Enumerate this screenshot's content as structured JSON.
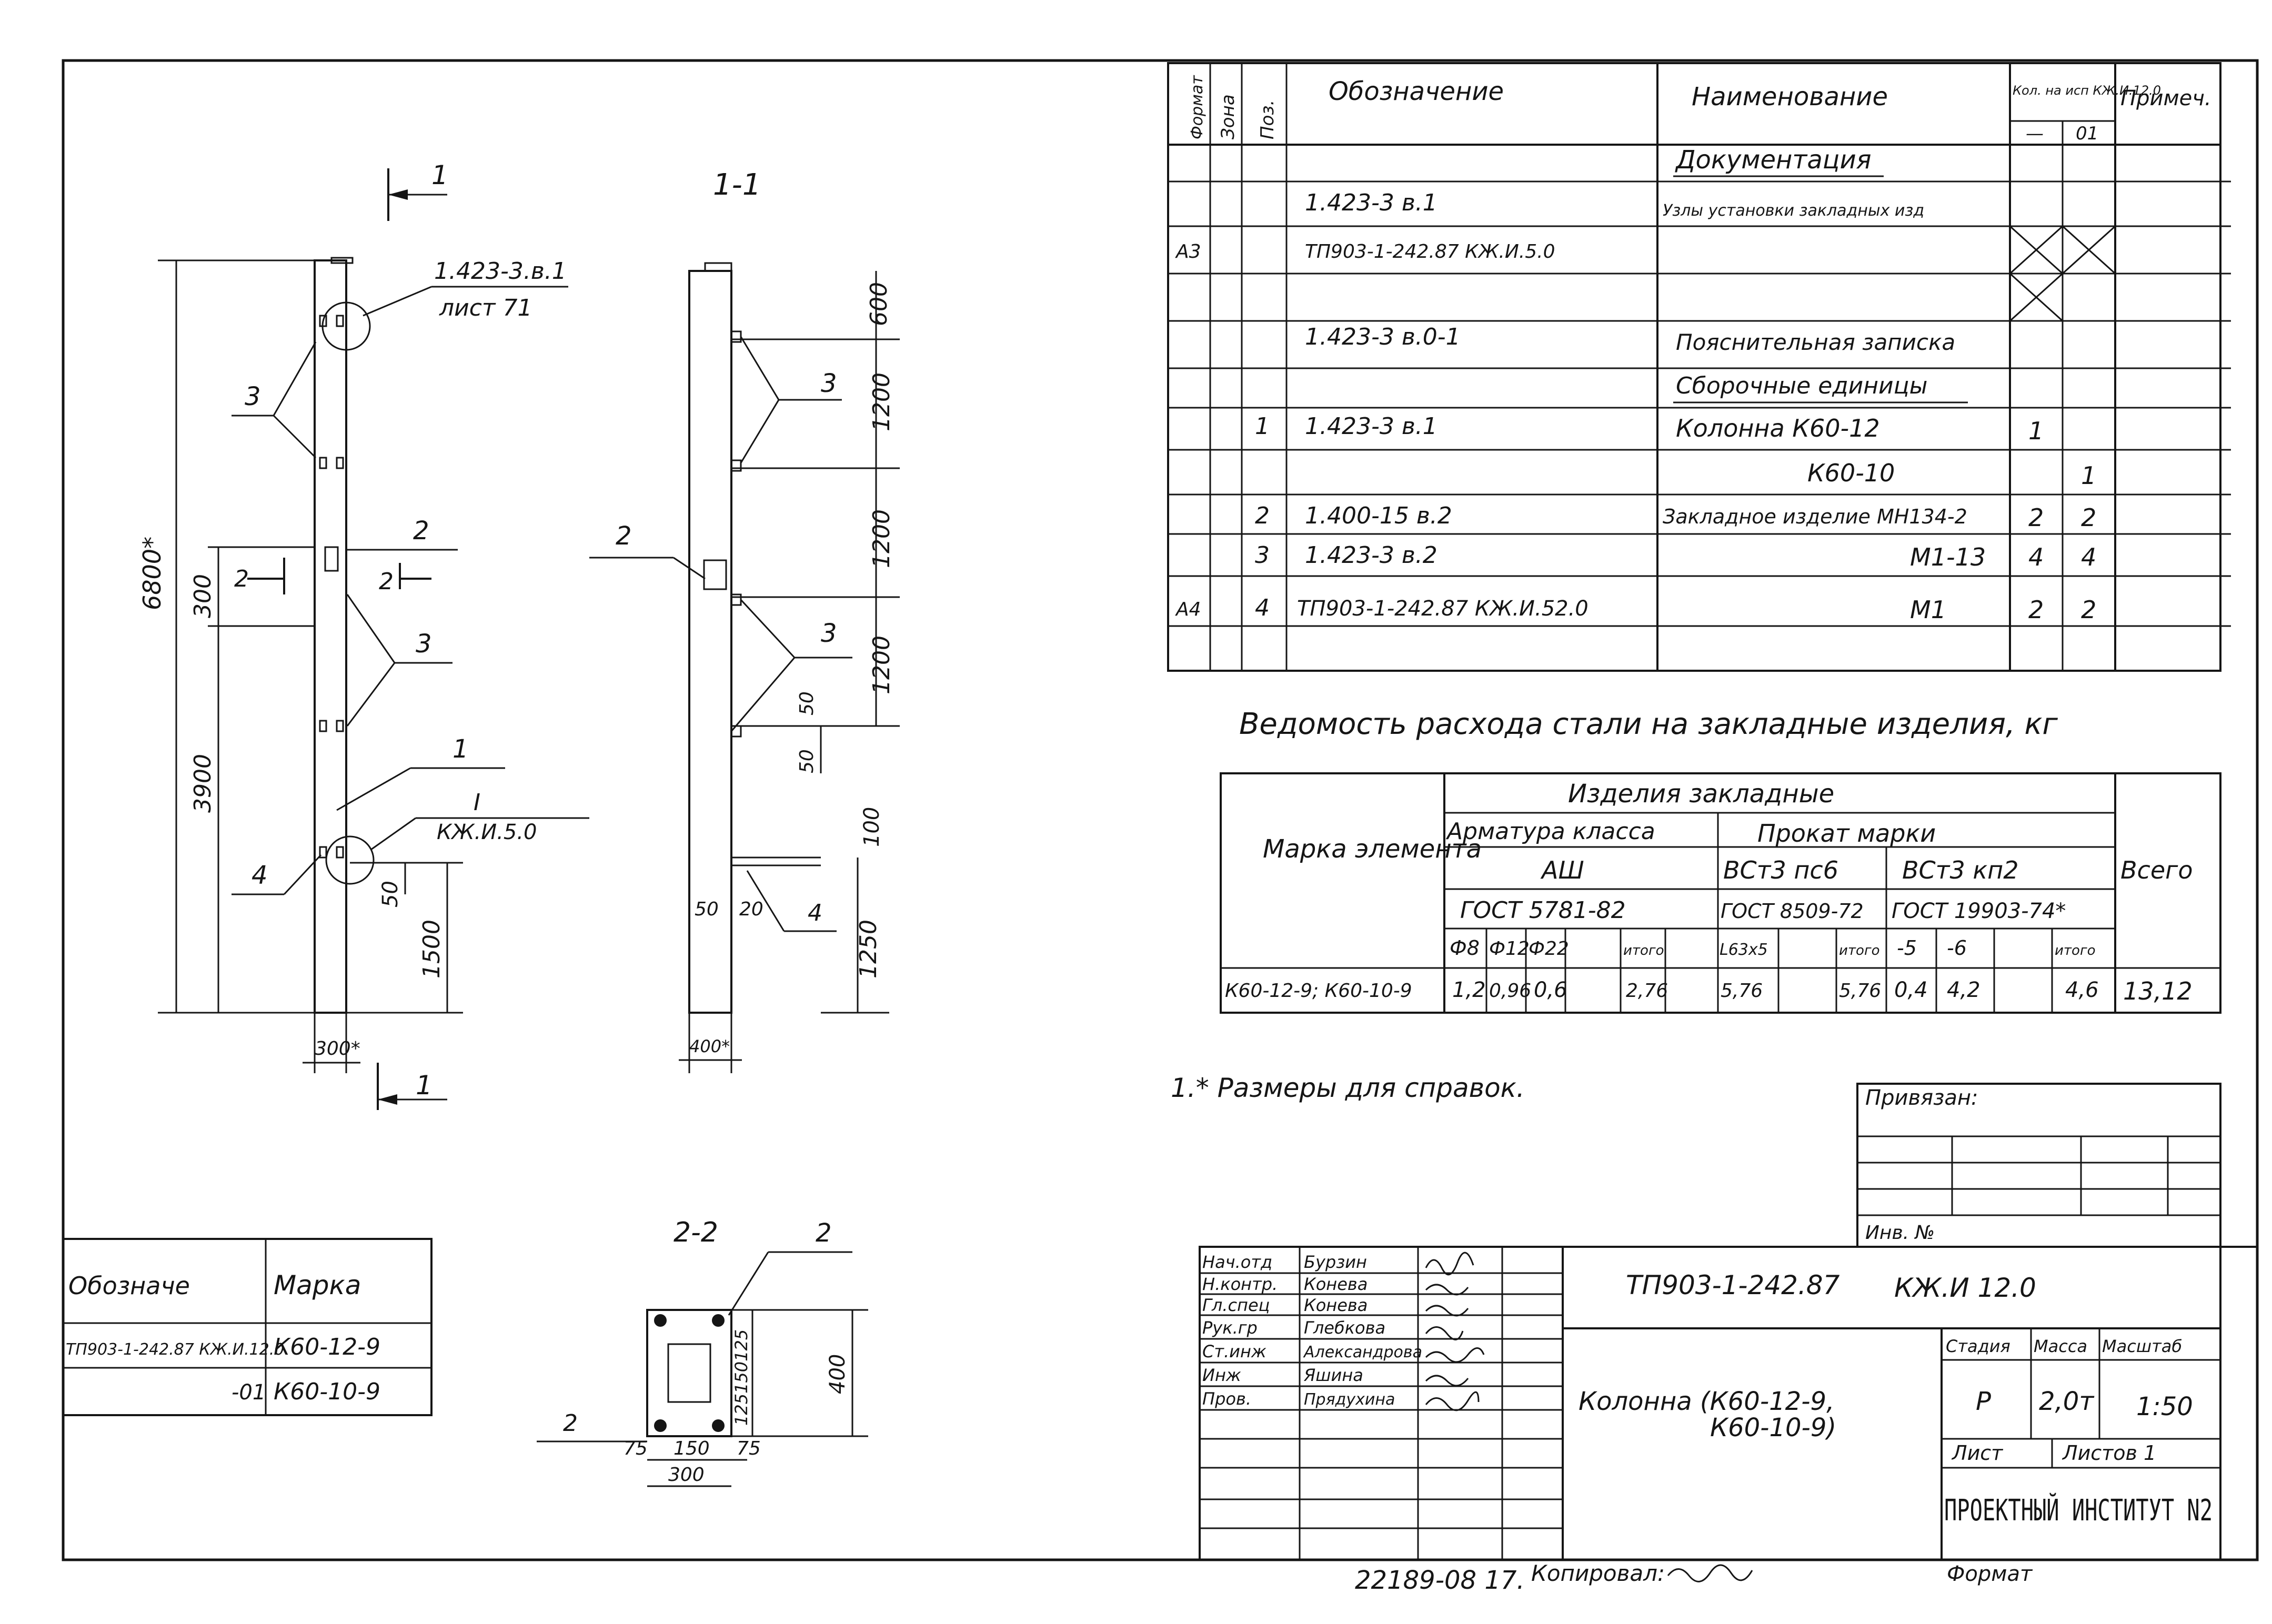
{
  "spec_table": {
    "headers": {
      "format": "Формат",
      "zone": "Зона",
      "pos": "Поз.",
      "designation": "Обозначение",
      "name": "Наименование",
      "qty": "Кол. на исп КЖ.И.12.0",
      "note": "Примеч."
    },
    "qty_sub": {
      "base": "—",
      "v01": "01"
    },
    "rows": [
      {
        "format": "",
        "zone": "",
        "pos": "",
        "designation": "",
        "name": "Документация",
        "q1": "",
        "q2": "",
        "note": "",
        "underline": true
      },
      {
        "format": "",
        "zone": "",
        "pos": "",
        "designation": "1.423-3 в.1",
        "name": "Узлы установки закладных изд",
        "q1": "",
        "q2": "",
        "note": ""
      },
      {
        "format": "А3",
        "zone": "",
        "pos": "",
        "designation": "ТП903-1-242.87 КЖ.И.5.0",
        "name": "",
        "q1": "",
        "q2": "",
        "note": "",
        "crossed": true
      },
      {
        "format": "",
        "zone": "",
        "pos": "",
        "designation": "",
        "name": "",
        "q1": "",
        "q2": "",
        "note": ""
      },
      {
        "format": "",
        "zone": "",
        "pos": "",
        "designation": "1.423-3 в.0-1",
        "name": "Пояснительная записка",
        "q1": "",
        "q2": "",
        "note": ""
      },
      {
        "format": "",
        "zone": "",
        "pos": "",
        "designation": "",
        "name": "Сборочные единицы",
        "q1": "",
        "q2": "",
        "note": "",
        "underline": true
      },
      {
        "format": "",
        "zone": "",
        "pos": "1",
        "designation": "1.423-3 в.1",
        "name": "Колонна  К60-12",
        "q1": "1",
        "q2": "",
        "note": ""
      },
      {
        "format": "",
        "zone": "",
        "pos": "",
        "designation": "",
        "name": "К60-10",
        "q1": "",
        "q2": "1",
        "note": "",
        "indent": true
      },
      {
        "format": "",
        "zone": "",
        "pos": "2",
        "designation": "1.400-15 в.2",
        "name": "Закладное изделие МН134-2",
        "q1": "2",
        "q2": "2",
        "note": ""
      },
      {
        "format": "",
        "zone": "",
        "pos": "3",
        "designation": "1.423-3 в.2",
        "name": "М1-13",
        "q1": "4",
        "q2": "4",
        "note": "",
        "indent": true
      },
      {
        "format": "А4",
        "zone": "",
        "pos": "4",
        "designation": "ТП903-1-242.87 КЖ.И.52.0",
        "name": "М1",
        "q1": "2",
        "q2": "2",
        "note": "",
        "indent": true
      }
    ]
  },
  "steel": {
    "title": "Ведомость расхода стали на закладные изделия, кг",
    "h_mark": "Марка элемента",
    "h_products": "Изделия закладные",
    "h_rebar": "Арматура класса",
    "h_rolled": "Прокат марки",
    "h_total": "Всего",
    "rebar_class": "АШ",
    "rebar_gost": "ГОСТ 5781-82",
    "rolled1": "ВСт3 пс6",
    "rolled1_gost": "ГОСТ 8509-72",
    "rolled2": "ВСт3 кп2",
    "rolled2_gost": "ГОСТ 19903-74*",
    "cols": [
      "Ф8",
      "Ф12",
      "Ф22",
      "",
      "итого",
      "L63x5",
      "",
      "итого",
      "-5",
      "-6",
      "",
      "итого"
    ],
    "row": {
      "mark": "К60-12-9; К60-10-9",
      "values": [
        "1,2",
        "0,96",
        "0,6",
        "",
        "2,76",
        "5,76",
        "",
        "5,76",
        "0,4",
        "4,2",
        "",
        "4,6"
      ],
      "total": "13,12"
    }
  },
  "note": "1.* Размеры для справок.",
  "privyazan": "Привязан:",
  "inv": "Инв. №",
  "marks_table": {
    "h_designation": "Обозначе",
    "h_mark": "Марка",
    "rows": [
      {
        "designation": "ТП903-1-242.87 КЖ.И.12.0",
        "mark": "К60-12-9"
      },
      {
        "designation": "-01",
        "mark": "К60-10-9"
      }
    ]
  },
  "title_block": {
    "code": "ТП903-1-242.87",
    "sheet_code": "КЖ.И 12.0",
    "title_line1": "Колонна (К60-12-9,",
    "title_line2": "К60-10-9)",
    "stage_h": "Стадия",
    "mass_h": "Масса",
    "scale_h": "Масштаб",
    "stage": "Р",
    "mass": "2,0т",
    "scale": "1:50",
    "sheet_h": "Лист",
    "sheets_h": "Листов 1",
    "org": "ПРОЕКТНЫЙ ИНСТИТУТ N2",
    "people": [
      {
        "role": "Нач.отд",
        "name": "Бурзин"
      },
      {
        "role": "Н.контр.",
        "name": "Конева"
      },
      {
        "role": "Гл.спец",
        "name": "Конева"
      },
      {
        "role": "Рук.гр",
        "name": "Глебкова"
      },
      {
        "role": "Ст.инж",
        "name": "Александрова"
      },
      {
        "role": "Инж",
        "name": "Яшина"
      },
      {
        "role": "Пров.",
        "name": "Прядухина"
      }
    ]
  },
  "footer": {
    "doc_no": "22189-08  17.",
    "copied": "Копировал:",
    "format": "Формат"
  },
  "drawing": {
    "section_11": "1-1",
    "section_22": "2-2",
    "callout_1": "1",
    "ref_node": "1.423-3.в.1",
    "ref_sheet": "лист 71",
    "ref_roman": "I",
    "ref_kj": "КЖ.И.5.0",
    "dim_total": "6800*",
    "dim_300": "300",
    "dim_3900": "3900",
    "dim_1500": "1500",
    "dim_50": "50",
    "dim_width_300": "300*",
    "dim_width_400": "400*",
    "dim_600": "600",
    "dim_1200a": "1200",
    "dim_1200b": "1200",
    "dim_1200c": "1200",
    "dim_100": "100",
    "dim_1250": "1250",
    "dim_20": "20",
    "s22_75a": "75",
    "s22_150": "150",
    "s22_75b": "75",
    "s22_300": "300",
    "s22_400": "400",
    "s22_vert": "125150125",
    "pos1": "1",
    "pos2": "2",
    "pos3": "3",
    "pos4": "4"
  }
}
